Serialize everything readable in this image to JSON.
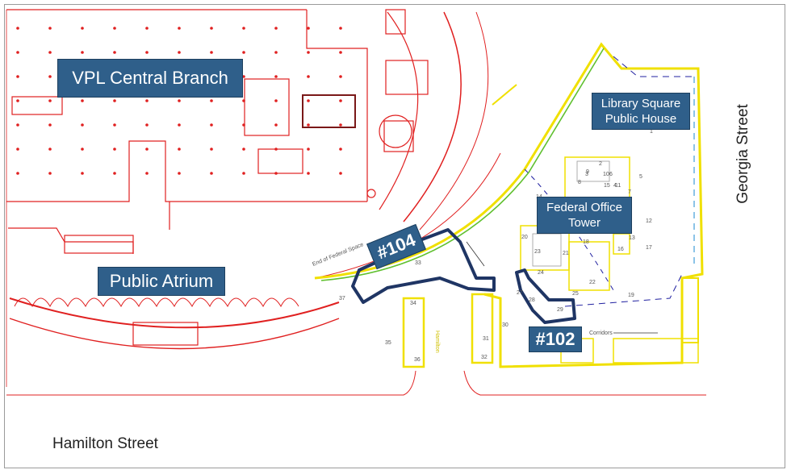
{
  "labels": {
    "vpl": "VPL Central Branch",
    "atrium": "Public Atrium",
    "pubhouse_line1": "Library Square",
    "pubhouse_line2": "Public House",
    "federal_line1": "Federal Office",
    "federal_line2": "Tower",
    "unit_104": "#104",
    "unit_102": "#102"
  },
  "streets": {
    "georgia": "Georgia Street",
    "hamilton": "Hamilton Street"
  },
  "plan_text": {
    "end_federal": "End of Federal Space",
    "corridors": "Corridors"
  },
  "room_numbers": [
    "1",
    "2",
    "3",
    "4",
    "5",
    "6",
    "7",
    "8",
    "9",
    "10",
    "11",
    "12",
    "13",
    "14",
    "15",
    "16",
    "17",
    "18",
    "19",
    "20",
    "21",
    "22",
    "23",
    "24",
    "25",
    "27",
    "28",
    "29",
    "30",
    "31",
    "32",
    "33",
    "34",
    "35",
    "36",
    "37"
  ],
  "colors": {
    "library_red": "#e02020",
    "federal_yellow": "#f0e000",
    "federal_green": "#60c030",
    "unit_outline": "#1f3564",
    "label_blue": "#2f5f8a"
  }
}
